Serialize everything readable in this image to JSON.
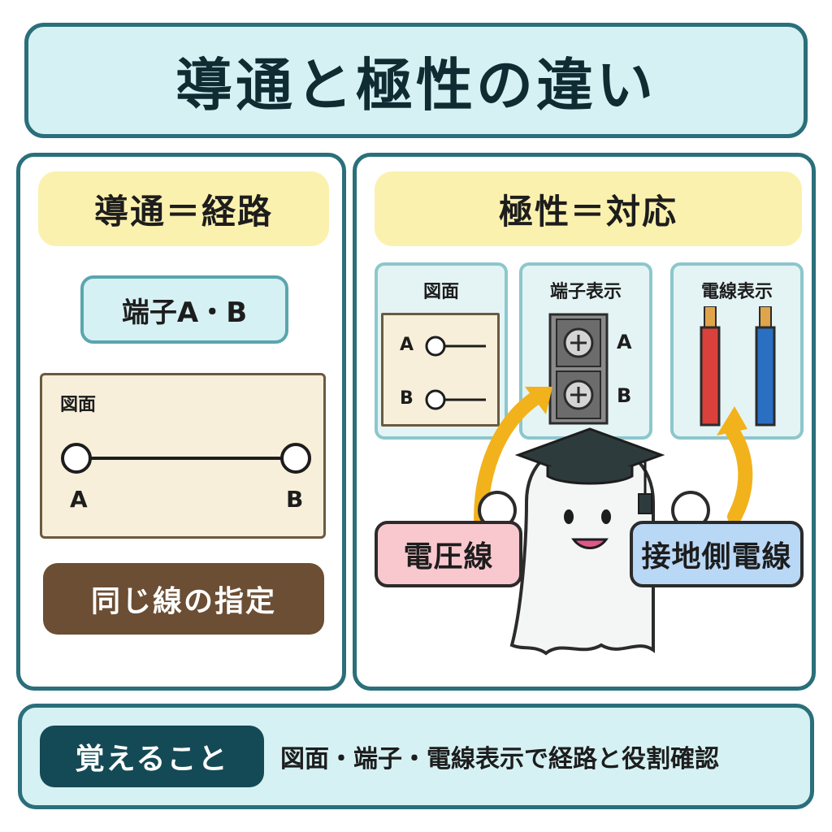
{
  "title": "導通と極性の違い",
  "left": {
    "heading": "導通＝経路",
    "terminals": "端子A・B",
    "drawing": {
      "label": "図面",
      "a": "A",
      "b": "B"
    },
    "same_wire": "同じ線の指定"
  },
  "right": {
    "heading": "極性＝対応",
    "cards": [
      {
        "caption": "図面",
        "a": "A",
        "b": "B"
      },
      {
        "caption": "端子表示",
        "a": "A",
        "b": "B"
      },
      {
        "caption": "電線表示"
      }
    ],
    "voltage_sign": "電圧線",
    "ground_sign": "接地側電線"
  },
  "bottom": {
    "tag": "覚えること",
    "summary": "図面・端子・電線表示で経路と役割確認"
  },
  "colors": {
    "frame": "#2a6f7a",
    "light_teal": "#d6f1f3",
    "yellow": "#fbf1ae",
    "brown": "#6b4e34",
    "red_wire": "#d9413a",
    "blue_wire": "#2a6fc2",
    "arrow": "#f2b21c"
  }
}
